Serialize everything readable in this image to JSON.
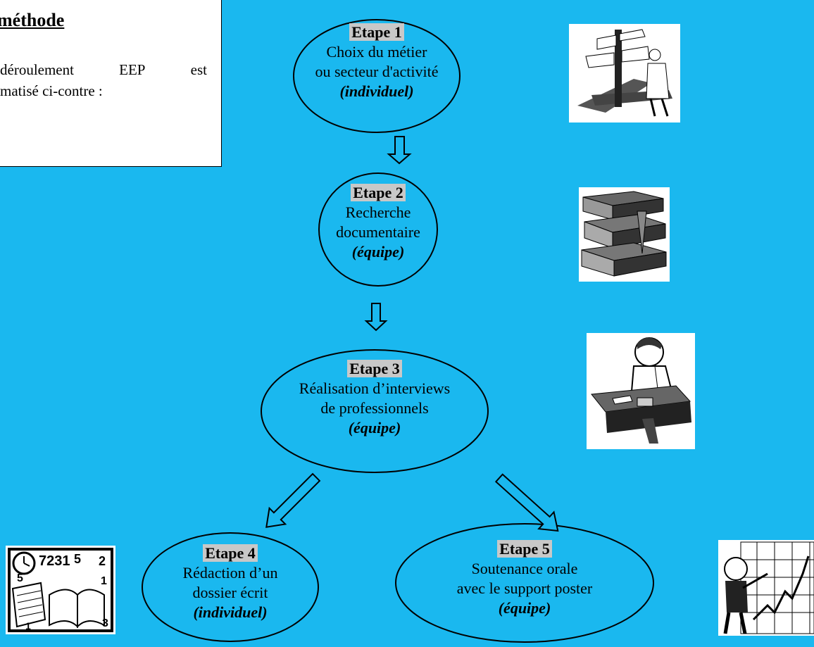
{
  "method": {
    "heading": "méthode",
    "line1_left": "déroulement",
    "line1_mid": "EEP",
    "line1_right": "est",
    "line2": "matisé ci-contre :"
  },
  "steps": [
    {
      "title": "Etape 1",
      "lines": [
        "Choix du métier",
        "ou secteur d'activité"
      ],
      "who": "(individuel)"
    },
    {
      "title": "Etape 2",
      "lines": [
        "Recherche",
        "documentaire"
      ],
      "who": "(équipe)"
    },
    {
      "title": "Etape 3",
      "lines": [
        "Réalisation d’interviews",
        "de professionnels"
      ],
      "who": "(équipe)"
    },
    {
      "title": "Etape 4",
      "lines": [
        "Rédaction d’un",
        "dossier écrit"
      ],
      "who": "(individuel)"
    },
    {
      "title": "Etape 5",
      "lines": [
        "Soutenance orale",
        "avec le support poster"
      ],
      "who": "(équipe)"
    }
  ],
  "colors": {
    "background": "#1ab8ef",
    "box": "#ffffff",
    "title_highlight": "#c8c8c8"
  },
  "clipart": [
    "signpost-clipart",
    "books-clipart",
    "telephone-man-clipart",
    "calendar-book-clipart",
    "presenter-chart-clipart"
  ]
}
